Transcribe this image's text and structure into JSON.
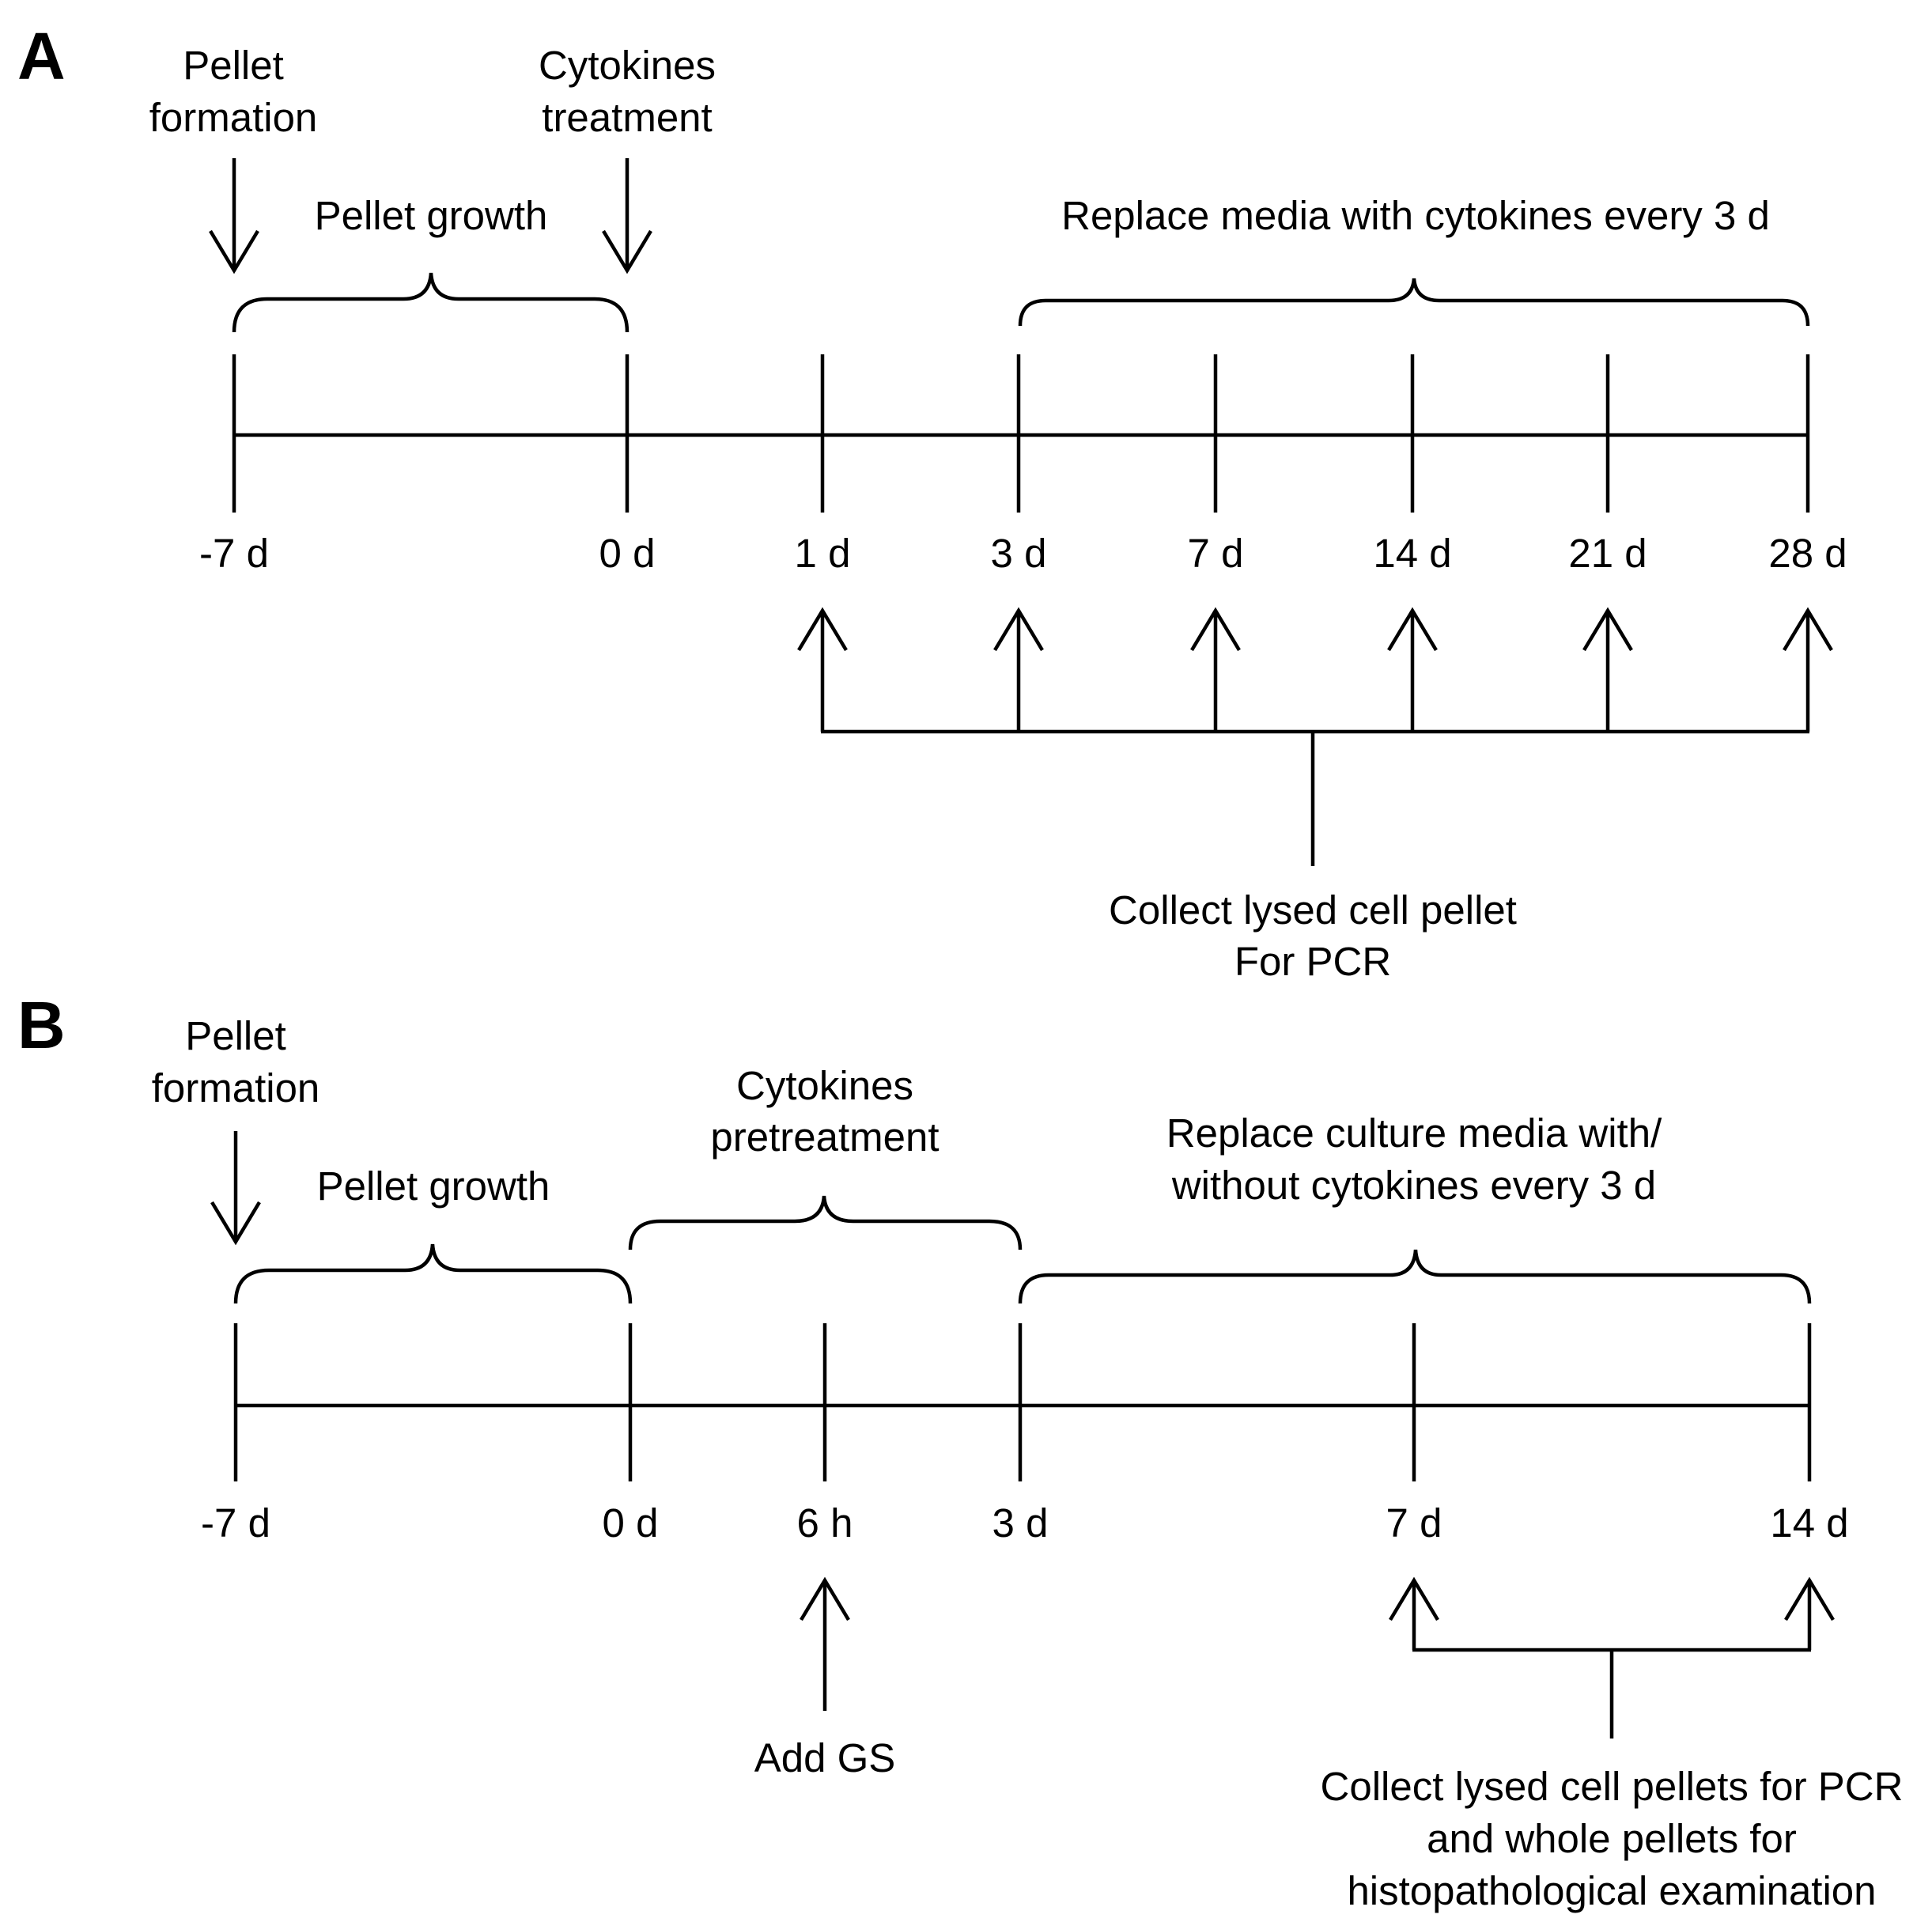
{
  "panels": [
    {
      "letter": "A",
      "ticks": [
        "-7 d",
        "0 d",
        "1 d",
        "3 d",
        "7 d",
        "14 d",
        "21 d",
        "28 d"
      ],
      "pellet_formation": [
        "Pellet",
        "formation"
      ],
      "cytokines_treatment": [
        "Cytokines",
        "treatment"
      ],
      "pellet_growth": "Pellet growth",
      "replace_media": [
        "Replace media with cytokines every 3 d"
      ],
      "collect": [
        "Collect lysed cell pellet",
        "For PCR"
      ]
    },
    {
      "letter": "B",
      "ticks": [
        "-7 d",
        "0 d",
        "6 h",
        "3 d",
        "7 d",
        "14 d"
      ],
      "pellet_formation": [
        "Pellet",
        "formation"
      ],
      "pellet_growth": "Pellet growth",
      "cytokines_pretreatment": [
        "Cytokines",
        "pretreatment"
      ],
      "replace_media": [
        "Replace culture media with/",
        "without cytokines every 3 d"
      ],
      "add_gs": "Add GS",
      "collect": [
        "Collect lysed cell pellets for PCR",
        "and whole pellets for",
        "histopathological examination"
      ]
    }
  ]
}
